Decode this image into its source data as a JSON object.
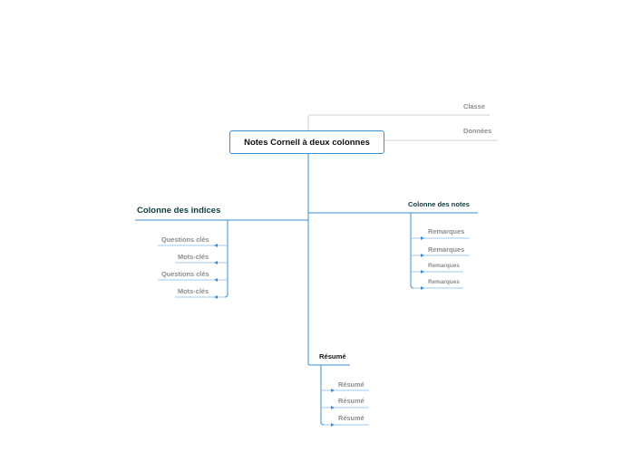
{
  "root": {
    "title": "Notes Cornell à deux colonnes"
  },
  "top_branches": [
    {
      "label": "Classe"
    },
    {
      "label": "Données"
    }
  ],
  "left": {
    "title": "Colonne des indices",
    "children": [
      "Questions clés",
      "Mots-clés",
      "Questions clés",
      "Mots-clés"
    ]
  },
  "right": {
    "title": "Colonne des notes",
    "children": [
      "Remarques",
      "Remarques",
      "Remarques",
      "Remarques"
    ]
  },
  "bottom": {
    "title": "Résumé",
    "children": [
      "Résumé",
      "Résumé",
      "Résumé"
    ]
  },
  "colors": {
    "connector": "#3a8fd6",
    "connector_light": "#9fc9ec",
    "grey_line": "#cfcfcf",
    "grey_text": "#8d8d8d",
    "main_text": "#0f3b3b"
  }
}
